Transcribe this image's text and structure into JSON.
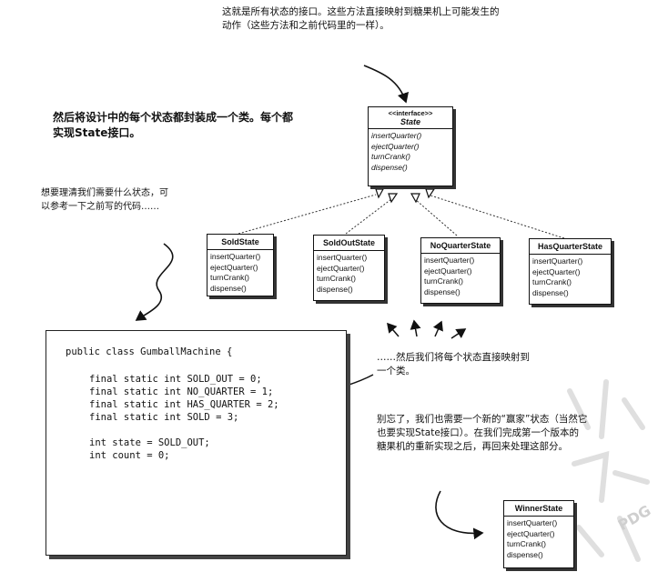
{
  "notes": {
    "top": "这就是所有状态的接口。这些方法直接映射到糖果机上可能发生的动作（这些方法和之前代码里的一样）。",
    "left_main": "然后将设计中的每个状态都封装成一个类。每个都实现State接口。",
    "left_sub": "想要理清我们需要什么状态，可以参考一下之前写的代码……",
    "right_middle": "……然后我们将每个状态直接映射到一个类。",
    "right_lower": "别忘了，我们也需要一个新的“赢家”状态（当然它也要实现State接口）。在我们完成第一个版本的糖果机的重新实现之后，再回来处理这部分。"
  },
  "interface": {
    "stereotype": "<<interface>>",
    "name": "State",
    "methods": [
      "insertQuarter()",
      "ejectQuarter()",
      "turnCrank()",
      "dispense()"
    ]
  },
  "classes": [
    {
      "name": "SoldState",
      "methods": [
        "insertQuarter()",
        "ejectQuarter()",
        "turnCrank()",
        "dispense()"
      ]
    },
    {
      "name": "SoldOutState",
      "methods": [
        "insertQuarter()",
        "ejectQuarter()",
        "turnCrank()",
        "dispense()"
      ]
    },
    {
      "name": "NoQuarterState",
      "methods": [
        "insertQuarter()",
        "ejectQuarter()",
        "turnCrank()",
        "dispense()"
      ]
    },
    {
      "name": "HasQuarterState",
      "methods": [
        "insertQuarter()",
        "ejectQuarter()",
        "turnCrank()",
        "dispense()"
      ]
    }
  ],
  "winner": {
    "name": "WinnerState",
    "methods": [
      "insertQuarter()",
      "ejectQuarter()",
      "turnCrank()",
      "dispense()"
    ]
  },
  "code": {
    "line1": "public class GumballMachine {",
    "line2": "final static int SOLD_OUT = 0;",
    "line3": "final static int NO_QUARTER = 1;",
    "line4": "final static int HAS_QUARTER = 2;",
    "line5": "final static int SOLD = 3;",
    "line6": "int state = SOLD_OUT;",
    "line7": "int count = 0;"
  },
  "watermark": "PDG"
}
